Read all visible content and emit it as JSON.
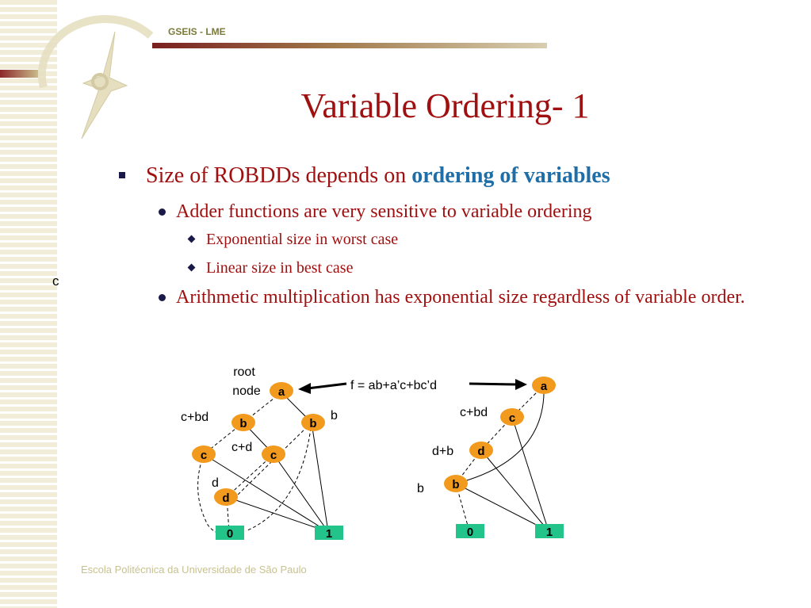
{
  "header": {
    "label": "GSEIS - LME"
  },
  "title": "Variable Ordering- 1",
  "bullets": {
    "b1_text": "Size of ROBDDs depends on ",
    "b1_highlight": "ordering of variables",
    "b1_1": "Adder functions are very sensitive to variable ordering",
    "b1_1_1": "Exponential size in worst case",
    "b1_1_2": "Linear size in best case",
    "b1_2": "Arithmetic multiplication has exponential size regardless of variable order."
  },
  "side_label": "c",
  "footer": "Escola Politécnica da Universidade de São Paulo",
  "diagram": {
    "function_label": "f = ab+a’c+bc’d",
    "root_label_1": "root",
    "root_label_2": "node",
    "left": {
      "nodes": {
        "a": "a",
        "b1": "b",
        "b2": "b",
        "c1": "c",
        "c2": "c",
        "d": "d",
        "t0": "0",
        "t1": "1"
      },
      "edge_labels": {
        "cbd": "c+bd",
        "b": "b",
        "cd": "c+d",
        "d": "d"
      }
    },
    "right": {
      "nodes": {
        "a": "a",
        "c": "c",
        "d": "d",
        "b": "b",
        "t0": "0",
        "t1": "1"
      },
      "edge_labels": {
        "cbd": "c+bd",
        "db": "d+b",
        "b": "b"
      }
    },
    "colors": {
      "node": "#f29a1e",
      "terminal": "#22c48a"
    }
  }
}
